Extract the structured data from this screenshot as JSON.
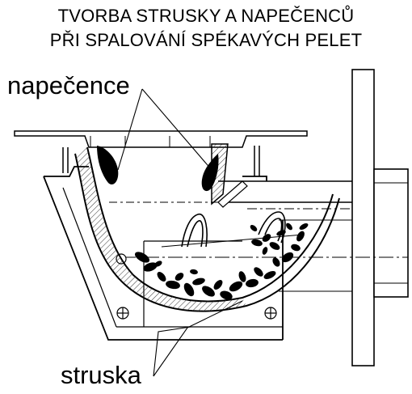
{
  "title": {
    "line1": "TVORBA STRUSKY A NAPEČENCŮ",
    "line2": "PŘI SPALOVÁNÍ SPÉKAVÝCH PELET"
  },
  "callouts": {
    "sinter": "napečence",
    "slag": "struska"
  },
  "colors": {
    "ink": "#000000",
    "paper": "#ffffff",
    "hatch": "#333333"
  }
}
